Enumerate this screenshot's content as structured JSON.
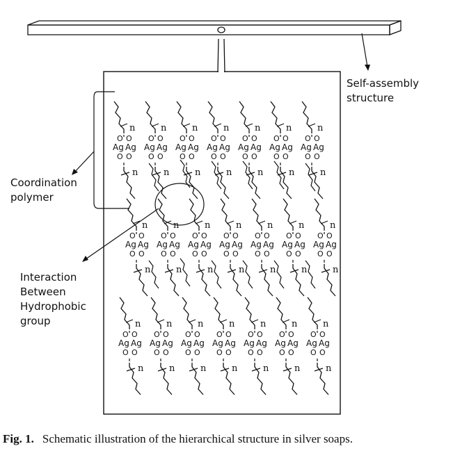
{
  "labels": {
    "self_assembly": [
      "Self-assembly",
      "structure"
    ],
    "coordination": [
      "Coordination",
      "polymer"
    ],
    "interaction": [
      "Interaction",
      "Between",
      "Hydrophobic",
      "group"
    ]
  },
  "molecule": {
    "metal": "Ag",
    "oxygen": "O",
    "repeat": "n"
  },
  "caption": {
    "fig_label": "Fig. 1.",
    "text": "Schematic illustration of the hierarchical structure in silver soaps."
  }
}
